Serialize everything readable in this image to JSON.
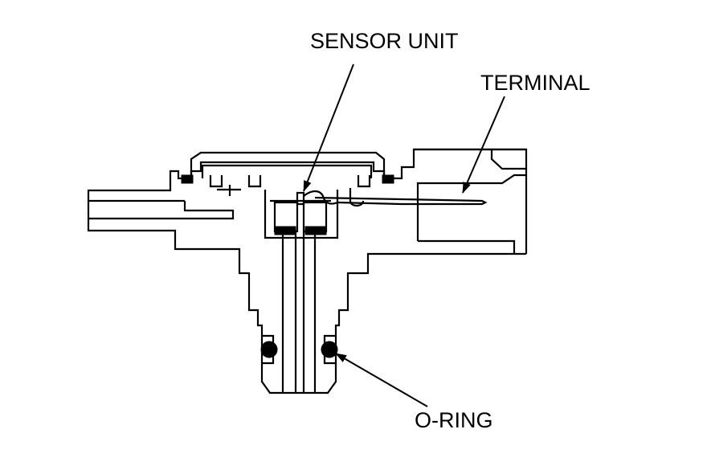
{
  "labels": {
    "sensor_unit": "SENSOR UNIT",
    "terminal": "TERMINAL",
    "o_ring": "O-RING"
  },
  "colors": {
    "line": "#000000",
    "background": "#ffffff"
  }
}
